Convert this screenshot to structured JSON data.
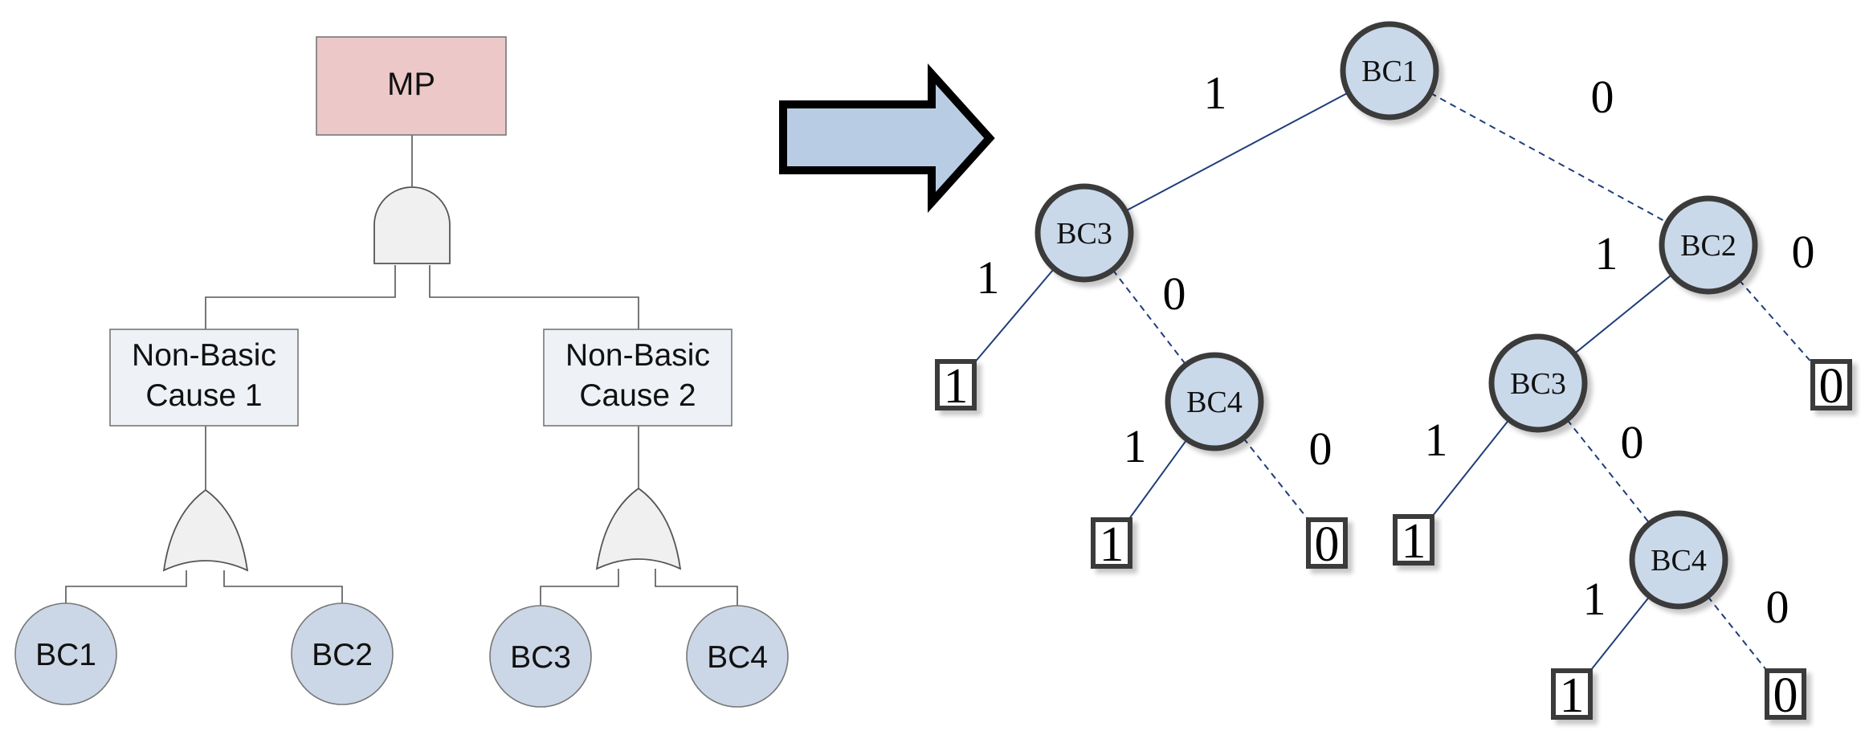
{
  "fault_tree": {
    "top_event": "MP",
    "intermediate_events": [
      "Non-Basic Cause 1",
      "Non-Basic Cause 2"
    ],
    "gates": [
      {
        "id": "and",
        "type": "AND"
      },
      {
        "id": "or1",
        "type": "OR"
      },
      {
        "id": "or2",
        "type": "OR"
      }
    ],
    "basic_events": [
      "BC1",
      "BC2",
      "BC3",
      "BC4"
    ]
  },
  "bdd": {
    "nodes": [
      {
        "id": "n_bc1",
        "label": "BC1"
      },
      {
        "id": "n_bc3a",
        "label": "BC3"
      },
      {
        "id": "n_bc2",
        "label": "BC2"
      },
      {
        "id": "n_bc4a",
        "label": "BC4"
      },
      {
        "id": "n_bc3b",
        "label": "BC3"
      },
      {
        "id": "n_bc4b",
        "label": "BC4"
      }
    ],
    "terminals": [
      {
        "id": "t1",
        "label": "1"
      },
      {
        "id": "t2",
        "label": "1"
      },
      {
        "id": "t3",
        "label": "0"
      },
      {
        "id": "t4",
        "label": "0"
      },
      {
        "id": "t5",
        "label": "1"
      },
      {
        "id": "t6",
        "label": "1"
      },
      {
        "id": "t7",
        "label": "0"
      }
    ],
    "edges": [
      {
        "from": "n_bc1",
        "to": "n_bc3a",
        "value": "1"
      },
      {
        "from": "n_bc1",
        "to": "n_bc2",
        "value": "0"
      },
      {
        "from": "n_bc3a",
        "to": "t1",
        "value": "1"
      },
      {
        "from": "n_bc3a",
        "to": "n_bc4a",
        "value": "0"
      },
      {
        "from": "n_bc4a",
        "to": "t2",
        "value": "1"
      },
      {
        "from": "n_bc4a",
        "to": "t3",
        "value": "0"
      },
      {
        "from": "n_bc2",
        "to": "n_bc3b",
        "value": "1"
      },
      {
        "from": "n_bc2",
        "to": "t4",
        "value": "0"
      },
      {
        "from": "n_bc3b",
        "to": "t5",
        "value": "1"
      },
      {
        "from": "n_bc3b",
        "to": "n_bc4b",
        "value": "0"
      },
      {
        "from": "n_bc4b",
        "to": "t6",
        "value": "1"
      },
      {
        "from": "n_bc4b",
        "to": "t7",
        "value": "0"
      }
    ]
  },
  "colors": {
    "top_event_fill": "#ecc8c8",
    "intermediate_fill": "#eef1f6",
    "basic_event_fill": "#cbd7e6",
    "bdd_node_fill": "#c9d9ea",
    "bdd_node_stroke": "#3a3a3a",
    "arrow_fill": "#b8cde3",
    "edge_color": "#1f3d7a",
    "gate_fill": "#f0f0f0"
  }
}
